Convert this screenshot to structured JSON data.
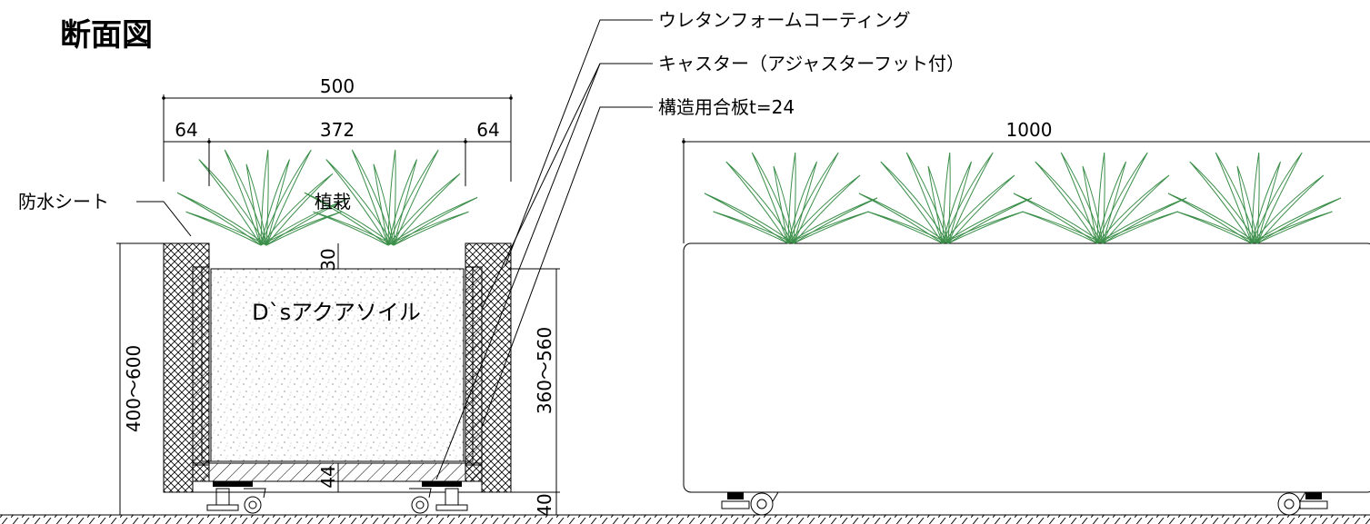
{
  "title": "断面図",
  "callouts": {
    "urethane": "ウレタンフォームコーティング",
    "caster": "キャスター（アジャスターフット付）",
    "plywood": "構造用合板t=24",
    "waterproof": "防水シート"
  },
  "labels": {
    "planting": "植栽",
    "soil": "D`sアクアソイル"
  },
  "dimensions": {
    "total_width": "500",
    "left_wall": "64",
    "inner_width": "372",
    "right_wall": "64",
    "soil_gap": "30",
    "outer_height": "400～600",
    "inner_height": "360～560",
    "base": "44",
    "foot": "40",
    "side_length": "1000"
  },
  "colors": {
    "line": "#000000",
    "grass": "#3c8f4a",
    "background": "#ffffff"
  }
}
